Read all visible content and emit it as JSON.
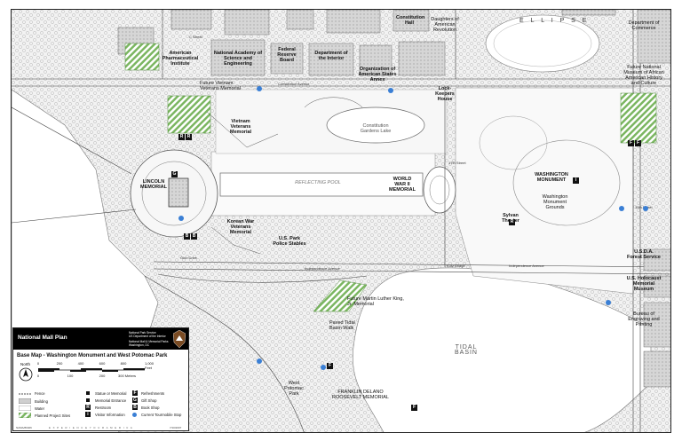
{
  "map": {
    "labels": {
      "ellipse": "E L L I P S E",
      "lincoln": "LINCOLN MEMORIAL",
      "ww2": "WORLD WAR II MEMORIAL",
      "washington": "WASHINGTON MONUMENT",
      "washington_grounds": "Washington Monument Grounds",
      "reflecting_pool": "REFLECTING POOL",
      "vietnam": "Vietnam Veterans Memorial",
      "future_vietnam": "Future Vietnam Veterans Memorial",
      "korean": "Korean War Veterans Memorial",
      "us_park_police": "U.S. Park Police Stables",
      "lockkeepers": "Lock-Keepers House",
      "sylvan": "Sylvan Theater",
      "tidal_basin": "TIDAL BASIN",
      "future_mlk": "Future Martin Luther King, Jr. Memorial",
      "paved_tidal": "Paved Tidal Basin Walk",
      "west_potomac": "West Potomac Park",
      "fdr": "FRANKLIN DELANO ROOSEVELT MEMORIAL",
      "usda": "U.S.D.A. Forest Service",
      "holocaust": "U.S. Holocaust Memorial Museum",
      "engraving": "Bureau of Engraving and Printing",
      "commerce": "Department of Commerce",
      "african_american": "Future National Museum of African American History and Culture",
      "constitution_hall": "Constitution Hall",
      "dar": "Daughters of American Revolution",
      "am_pharm": "American Pharmaceutical Institute",
      "nat_academy": "National Academy of Science and Engineering",
      "fed_reserve": "Federal Reserve Board",
      "interior": "Department of the Interior",
      "oas": "Organization of American States Annex",
      "constitution_gardens": "Constitution Gardens Lake",
      "c_street": "C Street",
      "constitution_ave": "Constitution Avenue",
      "independence_ave": "Independence Avenue",
      "ohio_drive": "Ohio Drive",
      "kutz_bridge": "Kutz Bridge",
      "seventeenth": "17th Street",
      "fifteenth": "15th Street"
    }
  },
  "legend": {
    "title": "National Mall Plan",
    "agency_line1": "National Park Service",
    "agency_line2": "US Department of the Interior",
    "agency_line3": "National Mall & Memorial Parks",
    "agency_line4": "Washington, DC",
    "subtitle": "Base Map - Washington Monument and West Potomac Park",
    "north": "North",
    "scale_feet": [
      "0",
      "200",
      "400",
      "600",
      "800",
      "1,000 Feet"
    ],
    "scale_meters": [
      "0",
      "100",
      "200",
      "300 Meters"
    ],
    "items_left": [
      "Fence",
      "Building",
      "Water",
      "Planned Project Sites"
    ],
    "items_mid": [
      "Statue or Memorial",
      "Memorial Entrance",
      "Restroom",
      "Visitor Information"
    ],
    "items_right": [
      "Refreshments",
      "Gift Shop",
      "Book Shop",
      "Current Tourmobile Stop"
    ],
    "tagline": "E X P E R I E N C E   Y O U R   A M E R I C A",
    "code": "NAMA/80406",
    "date": "7/10/2007"
  },
  "colors": {
    "planned": "#7bb661",
    "marker": "#3a7fd5",
    "building": "#cfcfcf",
    "water": "#f4f4f4",
    "tree": "#e6e6e6"
  }
}
